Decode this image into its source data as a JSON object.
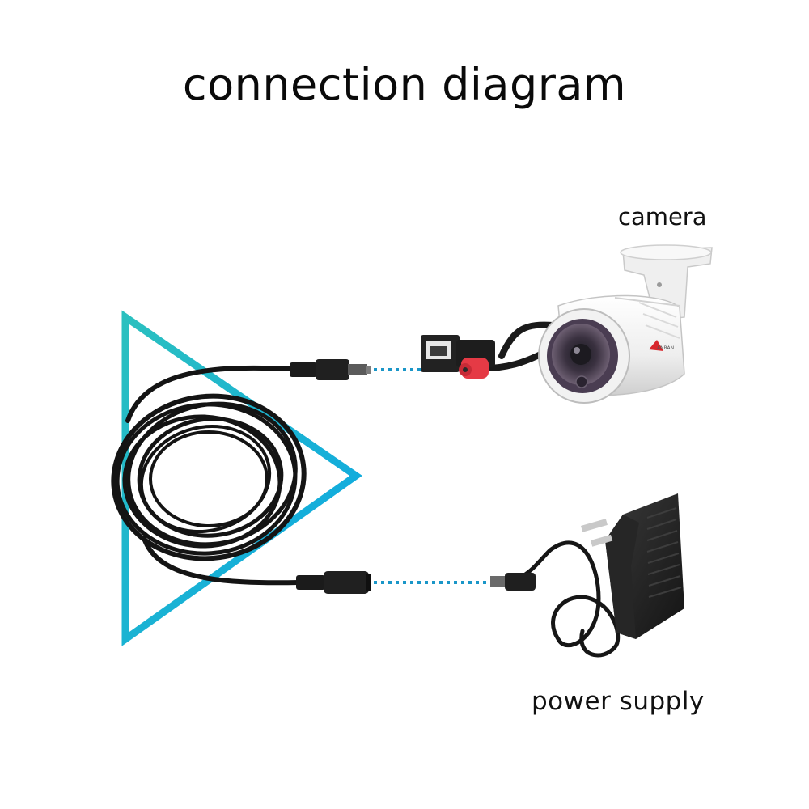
{
  "diagram": {
    "title": "connection diagram",
    "labels": {
      "camera": "camera",
      "power_supply": "power supply"
    },
    "camera_brand_text": "ANRAN",
    "colors": {
      "triangle_start": "#29b8c4",
      "triangle_end": "#0ab0e6",
      "dotted_link": "#1a96c8",
      "cable": "#151515",
      "camera_body": "#f4f4f4",
      "camera_lens_ring": "#4a3d52",
      "dc_jack_red": "#e53a45",
      "brand_red": "#d8262c"
    },
    "icons": [
      "triangle-play-icon",
      "coiled-extension-cable-icon",
      "bullet-camera-icon",
      "power-adapter-icon"
    ]
  }
}
